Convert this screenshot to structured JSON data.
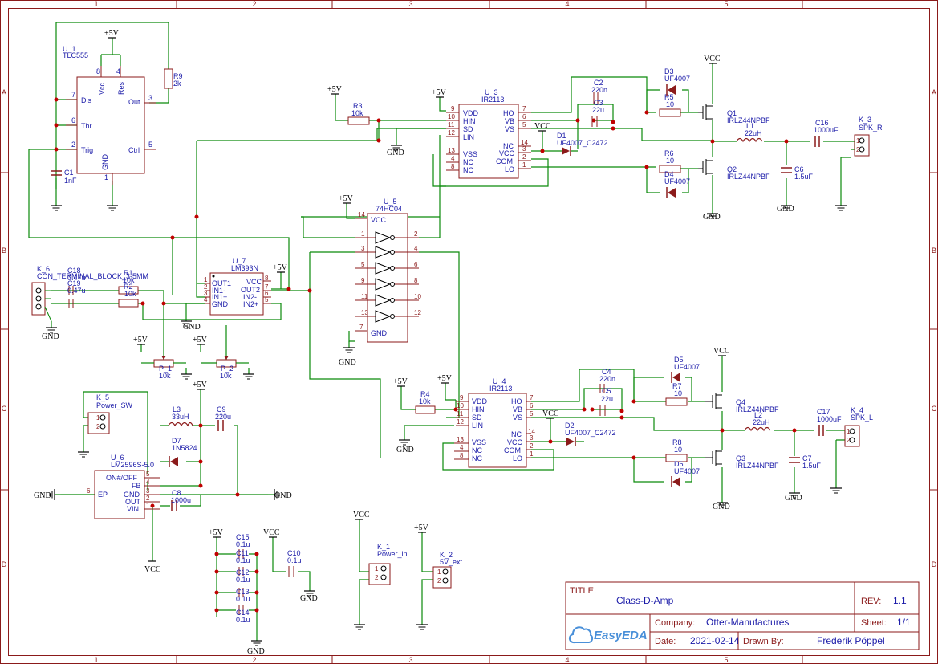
{
  "title_block": {
    "title_key": "TITLE:",
    "title": "Class-D-Amp",
    "rev_key": "REV:",
    "rev": "1.1",
    "company_key": "Company:",
    "company": "Otter-Manufactures",
    "sheet_key": "Sheet:",
    "sheet": "1/1",
    "date_key": "Date:",
    "date": "2021-02-14",
    "drawn_key": "Drawn By:",
    "drawn_by": "Frederik Pöppel",
    "logo": "EasyEDA"
  },
  "grid": {
    "cols": [
      "1",
      "2",
      "3",
      "4",
      "5"
    ],
    "rows": [
      "A",
      "B",
      "C",
      "D"
    ]
  },
  "components": {
    "u1": {
      "ref": "U_1",
      "val": "TLC555",
      "p_vcc": "Vcc",
      "p_res": "Res",
      "p_dis": "Dis",
      "p_thr": "Thr",
      "p_trig": "Trig",
      "p_out": "Out",
      "p_ctrl": "Ctrl",
      "p_gnd": "GND",
      "n8": "8",
      "n4": "4",
      "n7": "7",
      "n6": "6",
      "n2": "2",
      "n3": "3",
      "n5": "5",
      "n1": "1"
    },
    "r9": {
      "ref": "R9",
      "val": "2k"
    },
    "c1": {
      "ref": "C1",
      "val": "1nF"
    },
    "u3": {
      "ref": "U_3",
      "val": "IR2113",
      "p_vdd": "VDD",
      "p_hin": "HIN",
      "p_sd": "SD",
      "p_lin": "LIN",
      "p_vss": "VSS",
      "p_nc1": "NC",
      "p_nc2": "NC",
      "p_ho": "HO",
      "p_vb": "VB",
      "p_vs": "VS",
      "p_nc3": "NC",
      "p_vcc": "VCC",
      "p_com": "COM",
      "p_lo": "LO",
      "n9": "9",
      "n10": "10",
      "n11": "11",
      "n12": "12",
      "n13": "13",
      "n4": "4",
      "n8": "8",
      "n7": "7",
      "n6": "6",
      "n5": "5",
      "n14": "14",
      "n3": "3",
      "n2": "2",
      "n1": "1"
    },
    "u4": {
      "ref": "U_4",
      "val": "IR2113",
      "p_vdd": "VDD",
      "p_hin": "HIN",
      "p_sd": "SD",
      "p_lin": "LIN",
      "p_vss": "VSS",
      "p_nc1": "NC",
      "p_nc2": "NC",
      "p_ho": "HO",
      "p_vb": "VB",
      "p_vs": "VS",
      "p_nc3": "NC",
      "p_vcc": "VCC",
      "p_com": "COM",
      "p_lo": "LO",
      "n9": "9",
      "n10": "10",
      "n11": "11",
      "n12": "12",
      "n13": "13",
      "n4": "4",
      "n8": "8",
      "n7": "7",
      "n6": "6",
      "n5": "5",
      "n14": "14",
      "n3": "3",
      "n2": "2",
      "n1": "1"
    },
    "u5": {
      "ref": "U_5",
      "val": "74HC04",
      "p_vcc": "VCC",
      "p_gnd": "GND",
      "n14": "14",
      "n7": "7",
      "ins": [
        "1",
        "3",
        "5",
        "9",
        "11",
        "13"
      ],
      "outs": [
        "2",
        "4",
        "6",
        "8",
        "10",
        "12"
      ]
    },
    "u7": {
      "ref": "U_7",
      "val": "LM393N",
      "p_out1": "OUT1",
      "p_in1m": "IN1-",
      "p_in1p": "IN1+",
      "p_gnd": "GND",
      "p_vcc": "VCC",
      "p_out2": "OUT2",
      "p_in2m": "IN2-",
      "p_in2p": "IN2+",
      "n1": "1",
      "n2": "2",
      "n3": "3",
      "n4": "4",
      "n8": "8",
      "n7": "7",
      "n6": "6",
      "n5": "5"
    },
    "u6": {
      "ref": "U_6",
      "val": "LM2596S-5.0",
      "p_on": "ON#/OFF",
      "p_fb": "FB",
      "p_gnd": "GND",
      "p_out": "OUT",
      "p_vin": "VIN",
      "p_ep": "EP",
      "n5": "5",
      "n4": "4",
      "n3": "3",
      "n2": "2",
      "n1": "1",
      "n6": "6"
    },
    "r3": {
      "ref": "R3",
      "val": "10k"
    },
    "r4": {
      "ref": "R4",
      "val": "10k"
    },
    "c2": {
      "ref": "C2",
      "val": "220n"
    },
    "c3": {
      "ref": "C3",
      "val": "22u"
    },
    "c4": {
      "ref": "C4",
      "val": "220n"
    },
    "c5": {
      "ref": "C5",
      "val": "22u"
    },
    "d1": {
      "ref": "D1",
      "val": "UF4007_C2472"
    },
    "d2": {
      "ref": "D2",
      "val": "UF4007_C2472"
    },
    "d3": {
      "ref": "D3",
      "val": "UF4007"
    },
    "d4": {
      "ref": "D4",
      "val": "UF4007"
    },
    "d5": {
      "ref": "D5",
      "val": "UF4007"
    },
    "d6": {
      "ref": "D6",
      "val": "UF4007"
    },
    "d7": {
      "ref": "D7",
      "val": "1N5824"
    },
    "r5": {
      "ref": "R5",
      "val": "10"
    },
    "r6": {
      "ref": "R6",
      "val": "10"
    },
    "r7": {
      "ref": "R7",
      "val": "10"
    },
    "r8": {
      "ref": "R8",
      "val": "10"
    },
    "q1": {
      "ref": "Q1",
      "val": "IRLZ44NPBF"
    },
    "q2": {
      "ref": "Q2",
      "val": "IRLZ44NPBF"
    },
    "q3": {
      "ref": "Q3",
      "val": "IRLZ44NPBF"
    },
    "q4": {
      "ref": "Q4",
      "val": "IRLZ44NPBF"
    },
    "l1": {
      "ref": "L1",
      "val": "22uH"
    },
    "l2": {
      "ref": "L2",
      "val": "22uH"
    },
    "l3": {
      "ref": "L3",
      "val": "33uH"
    },
    "c6": {
      "ref": "C6",
      "val": "1.5uF"
    },
    "c7": {
      "ref": "C7",
      "val": "1.5uF"
    },
    "c16": {
      "ref": "C16",
      "val": "1000uF"
    },
    "c17": {
      "ref": "C17",
      "val": "1000uF"
    },
    "k3": {
      "ref": "K_3",
      "val": "SPK_R",
      "n1": "1",
      "n2": "2"
    },
    "k4": {
      "ref": "K_4",
      "val": "SPK_L",
      "n1": "1",
      "n2": "2"
    },
    "k6": {
      "ref": "K_6",
      "val": "CON_TERMINAL_BLOCK_3-5MM"
    },
    "c18": {
      "ref": "C18",
      "val": "0.47u"
    },
    "c19": {
      "ref": "C19",
      "val": "0.47u"
    },
    "r1": {
      "ref": "R1",
      "val": "10k"
    },
    "r2": {
      "ref": "R2",
      "val": "10k"
    },
    "p1": {
      "ref": "P_1",
      "val": "10k"
    },
    "p2": {
      "ref": "P_2",
      "val": "10k"
    },
    "k5": {
      "ref": "K_5",
      "val": "Power_SW",
      "n1": "1",
      "n2": "2"
    },
    "c9": {
      "ref": "C9",
      "val": "220u"
    },
    "c8": {
      "ref": "C8",
      "val": "1000u"
    },
    "c15": {
      "ref": "C15",
      "val": "0.1u"
    },
    "c11": {
      "ref": "C11",
      "val": "0.1u"
    },
    "c12": {
      "ref": "C12",
      "val": "0.1u"
    },
    "c13": {
      "ref": "C13",
      "val": "0.1u"
    },
    "c14": {
      "ref": "C14",
      "val": "0.1u"
    },
    "c10": {
      "ref": "C10",
      "val": "0.1u"
    },
    "k1": {
      "ref": "K_1",
      "val": "Power_in",
      "n1": "1",
      "n2": "2"
    },
    "k2": {
      "ref": "K_2",
      "val": "5V_ext",
      "n1": "1",
      "n2": "2"
    }
  },
  "nets": {
    "p5v": "+5V",
    "vcc": "VCC",
    "gnd": "GND"
  }
}
